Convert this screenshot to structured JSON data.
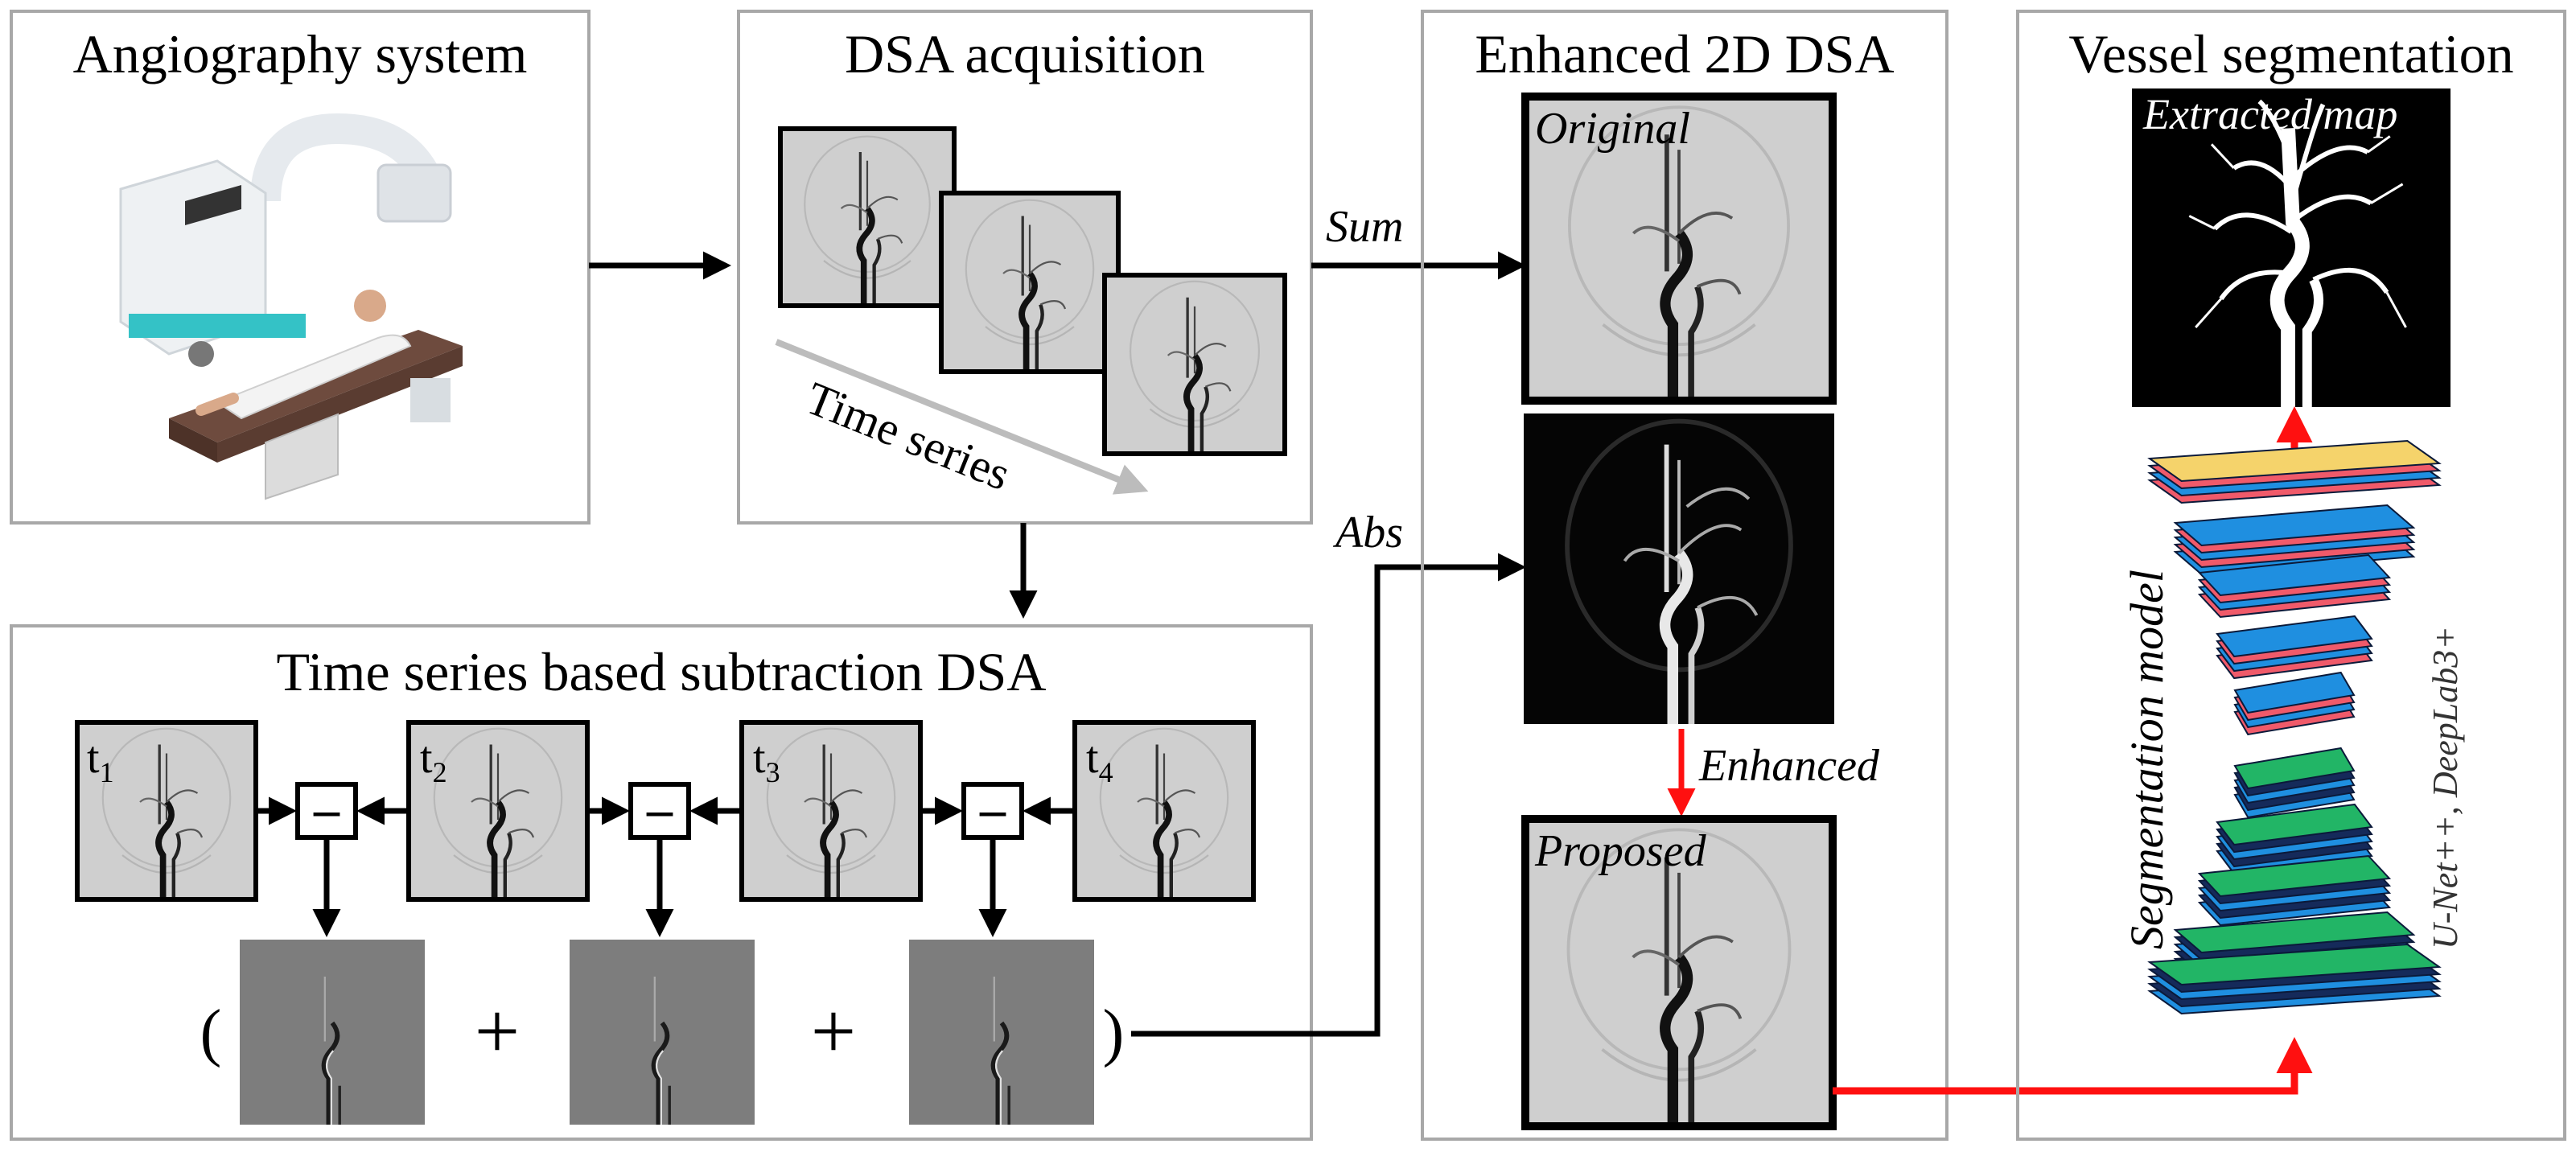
{
  "panels": {
    "angiography": {
      "title": "Angiography system"
    },
    "acquisition": {
      "title": "DSA acquisition",
      "time_series_label": "Time series"
    },
    "subtraction": {
      "title": "Time series based subtraction DSA",
      "frames": [
        {
          "label": "t",
          "sub": "1"
        },
        {
          "label": "t",
          "sub": "2"
        },
        {
          "label": "t",
          "sub": "3"
        },
        {
          "label": "t",
          "sub": "4"
        }
      ],
      "minus_symbol": "–",
      "plus_symbol": "+",
      "open_paren": "(",
      "close_paren": ")"
    },
    "enhanced": {
      "title": "Enhanced 2D DSA",
      "original_label": "Original",
      "proposed_label": "Proposed",
      "enhanced_arrow_label": "Enhanced"
    },
    "segmentation": {
      "title": "Vessel segmentation",
      "extracted_label": "Extracted map",
      "model_label": "Segmentation model",
      "model_names": "U-Net++, DeepLab3+"
    }
  },
  "arrows": {
    "sum": "Sum",
    "abs": "Abs"
  },
  "colors": {
    "panel_border": "#a8a8a8",
    "arrow_black": "#000000",
    "arrow_red": "#ff1010",
    "dsa_gray": "#c9c9c9",
    "dark_bg": "#050505",
    "layer_yellow": "#f5d36b",
    "layer_blue": "#1f8fe0",
    "layer_red": "#f05a6a",
    "layer_green": "#22b566",
    "layer_navy": "#152a5a"
  }
}
